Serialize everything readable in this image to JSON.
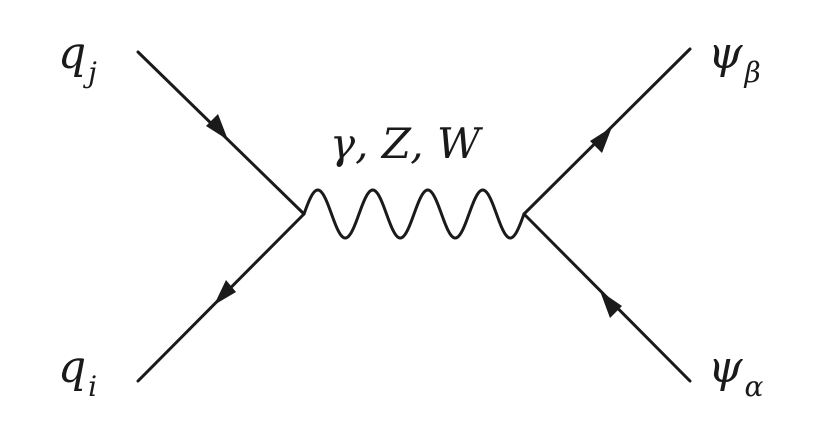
{
  "diagram": {
    "type": "feynman-diagram",
    "labels": {
      "top_left": {
        "main": "q",
        "sub": "j"
      },
      "bottom_left": {
        "main": "q",
        "sub": "i"
      },
      "top_right": {
        "main": "ψ",
        "sub": "β"
      },
      "bottom_right": {
        "main": "ψ",
        "sub": "α"
      },
      "boson": "γ, Z, W"
    },
    "colors": {
      "ink": "#1a1a1a",
      "background": "#ffffff"
    }
  }
}
